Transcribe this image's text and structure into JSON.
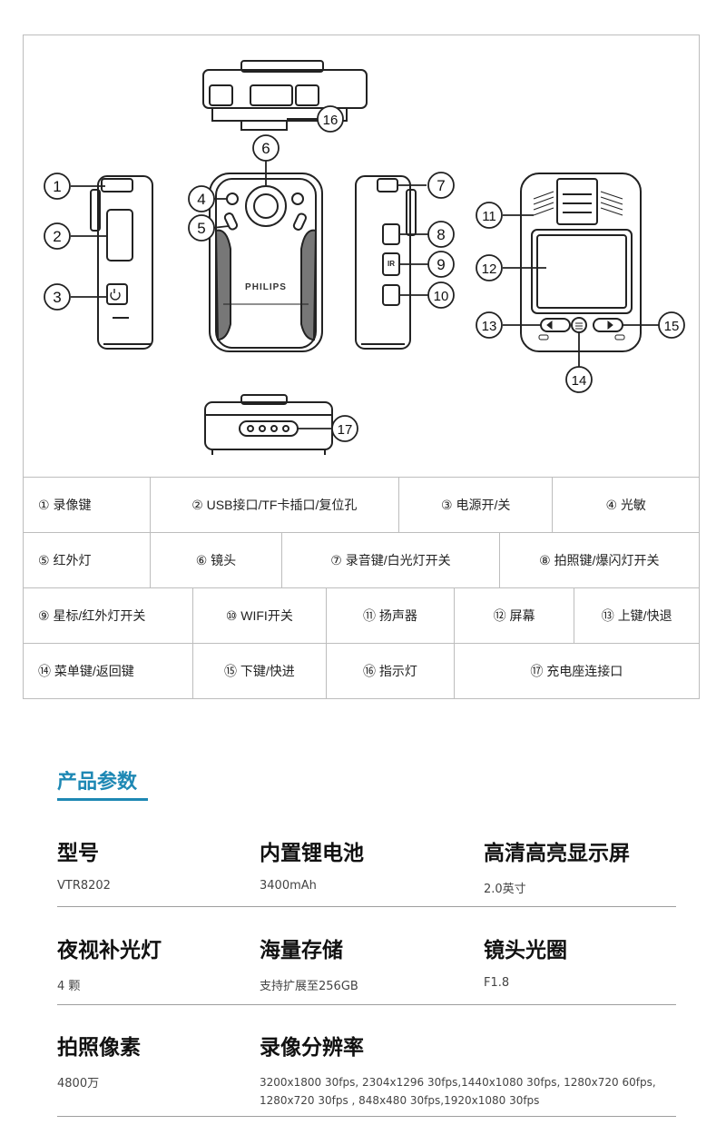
{
  "callouts": [
    "1",
    "2",
    "3",
    "4",
    "5",
    "6",
    "7",
    "8",
    "9",
    "10",
    "11",
    "12",
    "13",
    "14",
    "15",
    "16",
    "17"
  ],
  "device_brand": "PHILIPS",
  "buttons": {
    "ir": "IR"
  },
  "legend": [
    [
      {
        "num": "①",
        "label": "录像键"
      },
      {
        "num": "②",
        "label": "USB接口/TF卡插口/复位孔"
      },
      {
        "num": "③",
        "label": "电源开/关"
      },
      {
        "num": "④",
        "label": "光敏"
      }
    ],
    [
      {
        "num": "⑤",
        "label": "红外灯"
      },
      {
        "num": "⑥",
        "label": "镜头"
      },
      {
        "num": "⑦",
        "label": "录音键/白光灯开关"
      },
      {
        "num": "⑧",
        "label": "拍照键/爆闪灯开关"
      }
    ],
    [
      {
        "num": "⑨",
        "label": "星标/红外灯开关"
      },
      {
        "num": "⑩",
        "label": "WIFI开关"
      },
      {
        "num": "⑪",
        "label": "扬声器"
      },
      {
        "num": "⑫",
        "label": "屏幕"
      },
      {
        "num": "⑬",
        "label": "上键/快退"
      }
    ],
    [
      {
        "num": "⑭",
        "label": "菜单键/返回键"
      },
      {
        "num": "⑮",
        "label": "下键/快进"
      },
      {
        "num": "⑯",
        "label": "指示灯"
      },
      {
        "num": "⑰",
        "label": "充电座连接口"
      }
    ]
  ],
  "params_title": "产品参数",
  "params": [
    [
      {
        "label": "型号",
        "value": "VTR8202"
      },
      {
        "label": "内置锂电池",
        "value": "3400mAh"
      },
      {
        "label": "高清高亮显示屏",
        "value": "2.0英寸"
      }
    ],
    [
      {
        "label": "夜视补光灯",
        "value": "4 颗"
      },
      {
        "label": "海量存储",
        "value": "支持扩展至256GB"
      },
      {
        "label": "镜头光圈",
        "value": "F1.8"
      }
    ],
    [
      {
        "label": "拍照像素",
        "value": "4800万"
      },
      {
        "label": "录像分辨率",
        "value": "3200x1800 30fps, 2304x1296 30fps,1440x1080 30fps, 1280x720 60fps, 1280x720 30fps , 848x480 30fps,1920x1080 30fps"
      }
    ]
  ],
  "colors": {
    "accent": "#1e88b4",
    "rule": "#9e9e9e",
    "border": "#bdbdbd"
  }
}
